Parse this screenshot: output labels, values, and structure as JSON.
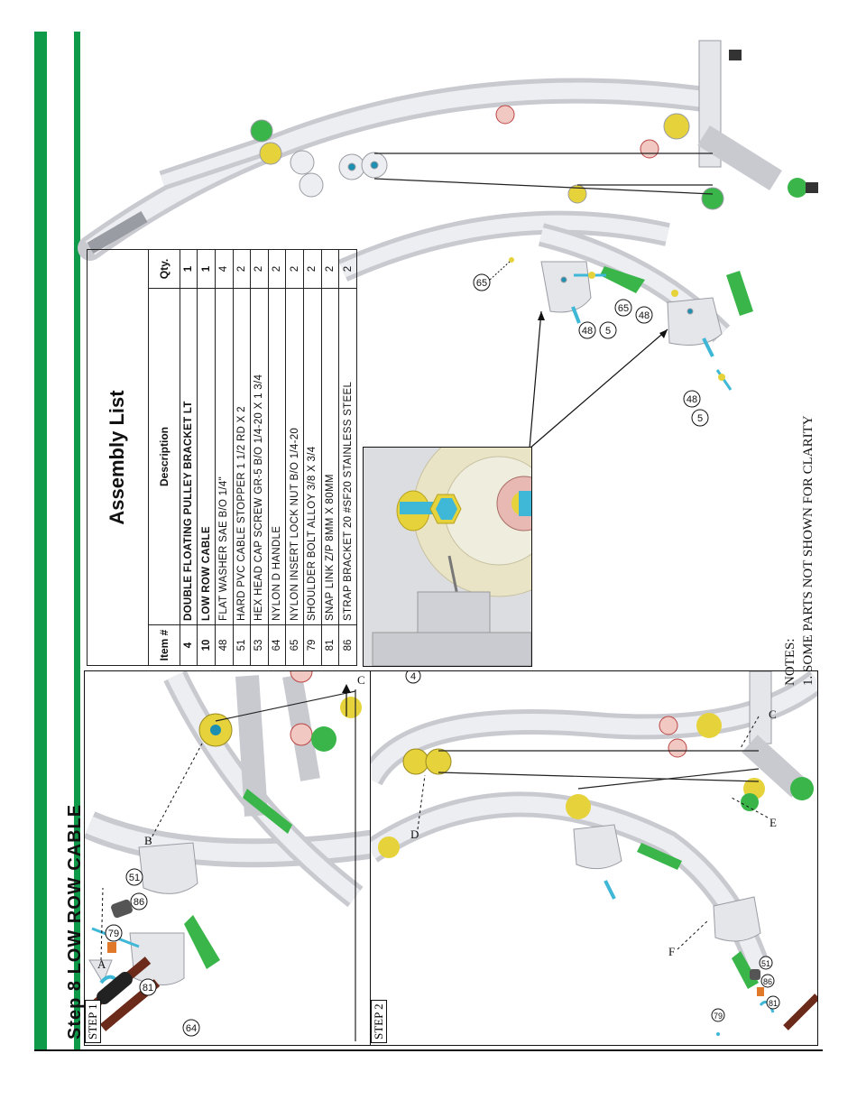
{
  "header": {
    "step_title": "Step 8  LOW ROW CABLE"
  },
  "steps": {
    "step1_label": "STEP 1",
    "step2_label": "STEP 2"
  },
  "assembly_list": {
    "title": "Assembly List",
    "columns": [
      "Item #",
      "Description",
      "Qty."
    ],
    "rows": [
      {
        "item": "4",
        "description": "DOUBLE FLOATING PULLEY BRACKET LT",
        "qty": "1",
        "bold": true
      },
      {
        "item": "10",
        "description": "LOW ROW CABLE",
        "qty": "1",
        "bold": true
      },
      {
        "item": "48",
        "description": "FLAT WASHER  SAE B/O 1/4\"",
        "qty": "4",
        "bold": false
      },
      {
        "item": "51",
        "description": "HARD PVC CABLE STOPPER 1 1/2 RD X 2",
        "qty": "2",
        "bold": false
      },
      {
        "item": "53",
        "description": "HEX HEAD CAP SCREW GR-5 B/O 1/4-20 X 1 3/4",
        "qty": "2",
        "bold": false
      },
      {
        "item": "64",
        "description": "NYLON D HANDLE",
        "qty": "2",
        "bold": false
      },
      {
        "item": "65",
        "description": "NYLON INSERT LOCK NUT B/O 1/4-20",
        "qty": "2",
        "bold": false
      },
      {
        "item": "79",
        "description": "SHOULDER BOLT ALLOY 3/8 X 3/4",
        "qty": "2",
        "bold": false
      },
      {
        "item": "81",
        "description": "SNAP LINK Z/P 8MM X 80MM",
        "qty": "2",
        "bold": false
      },
      {
        "item": "86",
        "description": "STRAP BRACKET 20 #SF20 STAINLESS STEEL",
        "qty": "2",
        "bold": false
      }
    ]
  },
  "callouts": {
    "main": [
      "65",
      "48",
      "5",
      "65",
      "48",
      "48",
      "5"
    ],
    "step1": [
      "79",
      "51",
      "86",
      "81",
      "64"
    ],
    "step1_letters": [
      "A",
      "B",
      "C"
    ],
    "step2": [
      "4",
      "79",
      "51",
      "86",
      "81"
    ],
    "step2_letters": [
      "C",
      "D",
      "E",
      "F"
    ]
  },
  "notes": {
    "heading": "NOTES:",
    "items": [
      "1. SOME PARTS NOT SHOWN FOR CLARITY"
    ]
  },
  "colors": {
    "accent_green": "#0f9a4a",
    "frame_silver": "#d9dbe0",
    "pad_green": "#39b54a",
    "handle_brown": "#6b2a1a",
    "fastener_cyan": "#3fb7d6",
    "washer_yellow": "#e6d23a"
  }
}
